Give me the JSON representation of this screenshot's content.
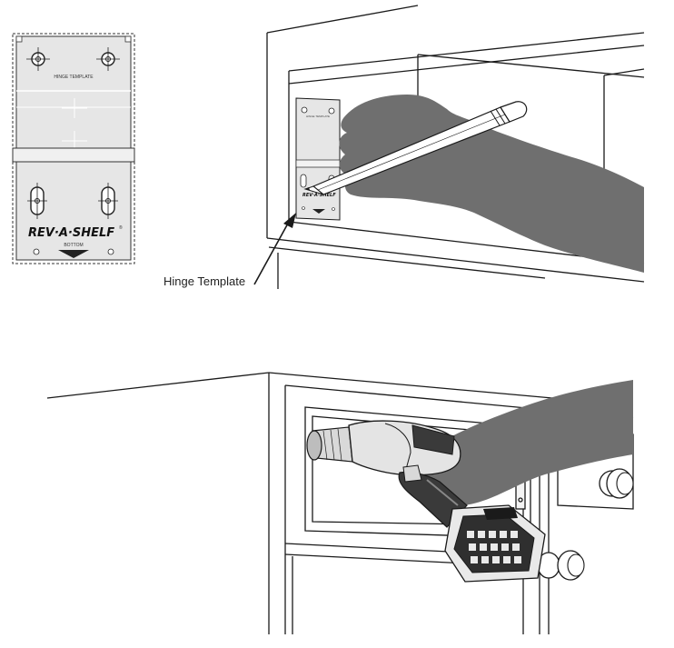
{
  "template": {
    "title": "HINGE TEMPLATE",
    "brand": "REV·A·SHELF",
    "registered_mark": "®",
    "bottom_label": "BOTTOM"
  },
  "callout": {
    "label": "Hinge Template"
  },
  "colors": {
    "line": "#1a1a1a",
    "template_fill": "#e6e6e6",
    "hand_shadow": "#6f6f6f",
    "drill_body": "#d9d9d9",
    "drill_dark": "#3a3a3a"
  }
}
